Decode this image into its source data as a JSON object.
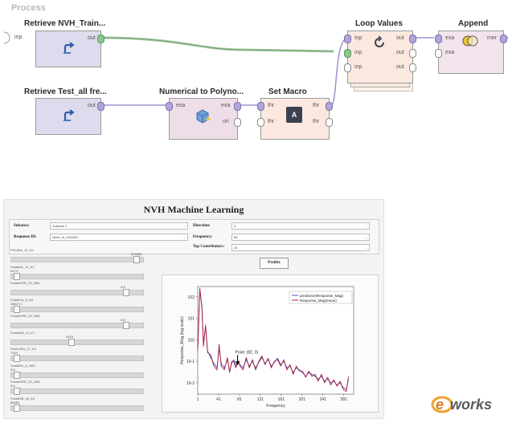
{
  "process": {
    "title": "Process",
    "operators": {
      "retrieve_train": {
        "title": "Retrieve NVH_Train...",
        "ports_out": [
          "out"
        ]
      },
      "retrieve_test": {
        "title": "Retrieve Test_all fre...",
        "ports_out": [
          "out"
        ]
      },
      "num_to_poly": {
        "title": "Numerical to Polyno...",
        "ports_in": [
          "exa"
        ],
        "ports_out": [
          "exa",
          "ori"
        ]
      },
      "set_macro": {
        "title": "Set Macro",
        "ports_in": [
          "thr",
          "thr"
        ],
        "ports_out": [
          "thr",
          "thr"
        ]
      },
      "loop_values": {
        "title": "Loop Values",
        "ports_in": [
          "inp",
          "inp",
          "inp"
        ],
        "ports_out": [
          "out",
          "out",
          "out"
        ]
      },
      "append": {
        "title": "Append",
        "ports_in": [
          "exa",
          "exa"
        ],
        "ports_out": [
          "mer"
        ]
      }
    },
    "left_input_port": "inp"
  },
  "app": {
    "title": "NVH Machine Learning",
    "fields": {
      "subarea_label": "Subarea:",
      "subarea_value": "Subarea 1",
      "response_id_label": "Response ID:",
      "response_id_value": "Node_id_1100001",
      "direction_label": "Direction:",
      "direction_value": "X",
      "frequency_label": "Frequency:",
      "frequency_value": "80",
      "top_contributors_label": "Top Contributors:",
      "top_contributors_value": "10"
    },
    "predict_label": "Predict",
    "sliders": [
      {
        "label": "PrEntNe_d1_K4",
        "value": "509658",
        "level": 0.96
      },
      {
        "label": "FsdabNL_11_K2",
        "value": "8974",
        "level": 0.02
      },
      {
        "label": "FsdabORR_29_SB2",
        "value": "5.8",
        "level": 0.88
      },
      {
        "label": "FsdabCa_9_K8",
        "value": "28007.0",
        "level": 0.02
      },
      {
        "label": "FsdabORR_29_SB5",
        "value": "5.8",
        "level": 0.88
      },
      {
        "label": "FsdabAN_11_K1",
        "value": "4978",
        "level": 0.45
      },
      {
        "label": "FsdCmEA_27_K3",
        "value": "7004",
        "level": 0.02
      },
      {
        "label": "ScaIMRn_6_SB3",
        "value": "8.8",
        "level": 0.02
      },
      {
        "label": "FsdabORR_20_SB3",
        "value": "8.8",
        "level": 0.02
      },
      {
        "label": "FsdabSB_29_K4",
        "value": "86383",
        "level": 0.02
      }
    ]
  },
  "chart_data": {
    "type": "line",
    "xlabel": "Frequency",
    "ylabel": "Response_Mag (log scale)",
    "y_scale": "log",
    "xlim": [
      1,
      300
    ],
    "ylim": [
      0.003,
      300
    ],
    "x_ticks": [
      "1",
      "41",
      "81",
      "121",
      "161",
      "201",
      "241",
      "281"
    ],
    "y_ticks": [
      "10^-2",
      "10^-1",
      "10^0",
      "10^1",
      "10^2"
    ],
    "legend_position": "top-right",
    "annotation": "Point: (82, 0)",
    "series": [
      {
        "name": "prediction(Response_Mag)",
        "color": "#3a4fc6",
        "x": [
          1,
          5,
          9,
          12,
          16,
          20,
          26,
          32,
          38,
          42,
          46,
          52,
          58,
          62,
          66,
          70,
          74,
          78,
          82,
          88,
          94,
          100,
          106,
          112,
          118,
          124,
          130,
          136,
          142,
          148,
          154,
          160,
          166,
          172,
          178,
          184,
          190,
          196,
          202,
          208,
          214,
          220,
          226,
          232,
          238,
          244,
          250,
          256,
          262,
          268,
          274,
          280,
          286,
          290
        ],
        "y": [
          0.3,
          200,
          40,
          0.6,
          4,
          0.3,
          0.15,
          0.08,
          0.05,
          0.4,
          0.08,
          0.05,
          0.12,
          0.035,
          0.08,
          0.12,
          0.06,
          0.09,
          0.07,
          0.05,
          0.12,
          0.06,
          0.1,
          0.05,
          0.09,
          0.15,
          0.08,
          0.12,
          0.06,
          0.09,
          0.14,
          0.07,
          0.1,
          0.05,
          0.06,
          0.03,
          0.05,
          0.04,
          0.03,
          0.02,
          0.03,
          0.025,
          0.02,
          0.015,
          0.02,
          0.012,
          0.015,
          0.01,
          0.012,
          0.008,
          0.01,
          0.006,
          0.005,
          0.015
        ]
      },
      {
        "name": "Response_Mag(mean)",
        "color": "#b0203a",
        "x": [
          1,
          5,
          9,
          12,
          16,
          20,
          26,
          32,
          38,
          42,
          46,
          52,
          58,
          62,
          66,
          70,
          74,
          78,
          82,
          88,
          94,
          100,
          106,
          112,
          118,
          124,
          130,
          136,
          142,
          148,
          154,
          160,
          166,
          172,
          178,
          184,
          190,
          196,
          202,
          208,
          214,
          220,
          226,
          232,
          238,
          244,
          250,
          256,
          262,
          268,
          274,
          280,
          286,
          290
        ],
        "y": [
          0.4,
          250,
          30,
          0.5,
          5,
          0.25,
          0.2,
          0.06,
          0.04,
          0.6,
          0.06,
          0.04,
          0.15,
          0.03,
          0.1,
          0.1,
          0.05,
          0.11,
          0.06,
          0.04,
          0.15,
          0.05,
          0.12,
          0.04,
          0.1,
          0.18,
          0.07,
          0.14,
          0.05,
          0.1,
          0.12,
          0.06,
          0.12,
          0.04,
          0.07,
          0.025,
          0.06,
          0.035,
          0.035,
          0.018,
          0.035,
          0.02,
          0.025,
          0.012,
          0.025,
          0.01,
          0.018,
          0.008,
          0.014,
          0.007,
          0.012,
          0.005,
          0.004,
          0.02
        ]
      }
    ]
  },
  "watermark": {
    "text": "works",
    "prefix": "e"
  },
  "colors": {
    "accent_green": "#8fc48f",
    "line_blue": "#3a4fc6",
    "line_red": "#b0203a"
  }
}
